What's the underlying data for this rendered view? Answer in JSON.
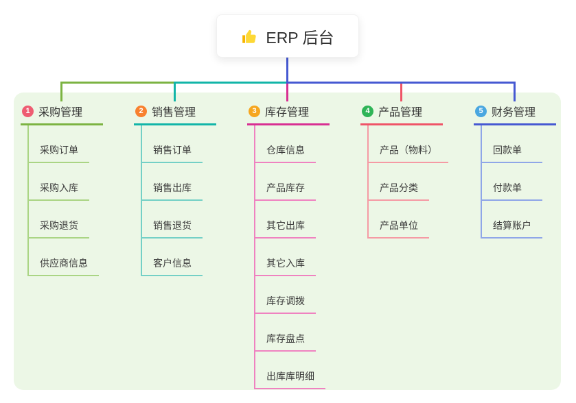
{
  "root": {
    "label": "ERP 后台",
    "icon": "thumbs-up-icon"
  },
  "colors": {
    "canvas_bg": "#ecf7e6",
    "trunk": "#4659d2",
    "root_text": "#2f2f2f"
  },
  "branches": [
    {
      "label": "采购管理",
      "badge": "1",
      "badge_color": "#ee5d72",
      "line_color": "#7cb342",
      "child_line_color": "#aad584",
      "children": [
        "采购订单",
        "采购入库",
        "采购退货",
        "供应商信息"
      ]
    },
    {
      "label": "销售管理",
      "badge": "2",
      "badge_color": "#f8812f",
      "line_color": "#12b5a8",
      "child_line_color": "#74d0c6",
      "children": [
        "销售订单",
        "销售出库",
        "销售退货",
        "客户信息"
      ]
    },
    {
      "label": "库存管理",
      "badge": "3",
      "badge_color": "#f6a61f",
      "line_color": "#d82f92",
      "child_line_color": "#ef82c0",
      "children": [
        "仓库信息",
        "产品库存",
        "其它出库",
        "其它入库",
        "库存调拨",
        "库存盘点",
        "出库库明细"
      ]
    },
    {
      "label": "产品管理",
      "badge": "4",
      "badge_color": "#2fb457",
      "line_color": "#ef5467",
      "child_line_color": "#f59aa4",
      "children": [
        "产品（物料）",
        "产品分类",
        "产品单位"
      ]
    },
    {
      "label": "财务管理",
      "badge": "5",
      "badge_color": "#4aa7e0",
      "line_color": "#4659d2",
      "child_line_color": "#8fa6e8",
      "children": [
        "回款单",
        "付款单",
        "结算账户"
      ]
    }
  ]
}
